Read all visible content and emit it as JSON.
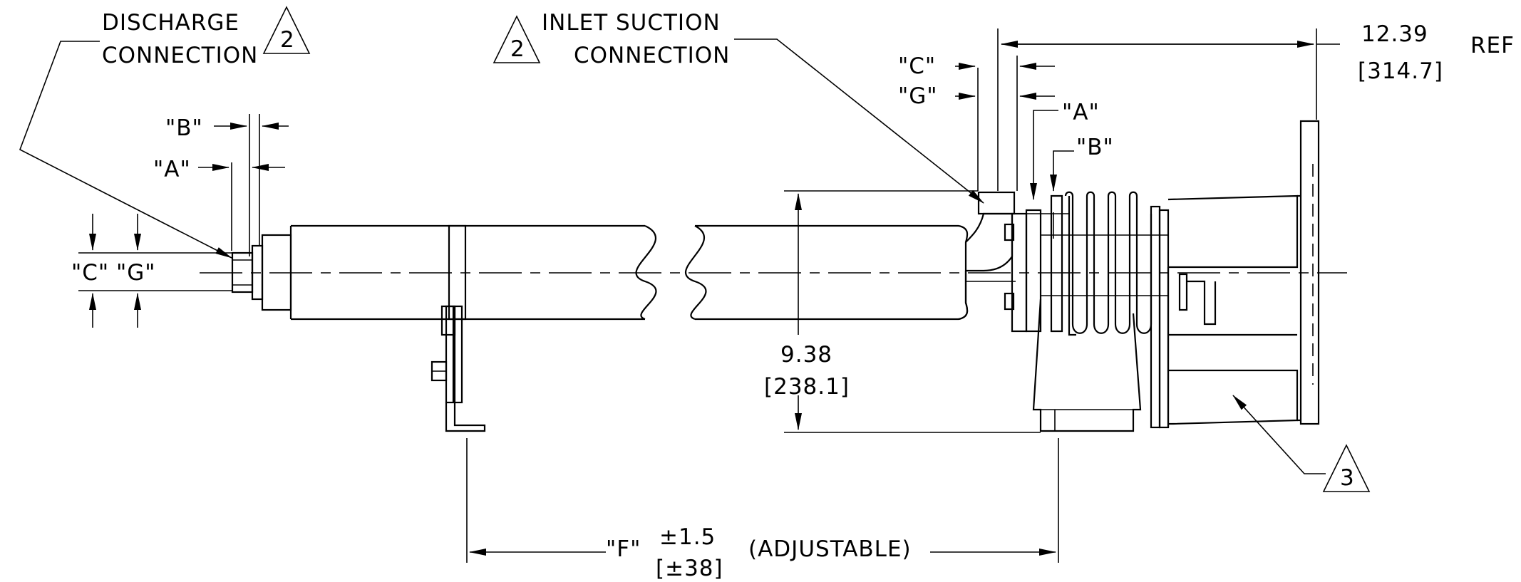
{
  "callouts": {
    "discharge_line1": "DISCHARGE",
    "discharge_line2": "CONNECTION",
    "discharge_note": "2",
    "inlet_line1": "INLET  SUCTION",
    "inlet_line2": "CONNECTION",
    "inlet_note": "2",
    "part_note": "3"
  },
  "discharge_dims": {
    "b": "\"B\"",
    "a": "\"A\"",
    "c": "\"C\"",
    "g": "\"G\""
  },
  "inlet_dims": {
    "c": "\"C\"",
    "g": "\"G\"",
    "a": "\"A\"",
    "b": "\"B\""
  },
  "overall_length": {
    "inch": "12.39",
    "mm": "[314.7]",
    "ref": "REF"
  },
  "height": {
    "inch": "9.38",
    "mm": "[238.1]"
  },
  "mount_spacing": {
    "label": "\"F\"",
    "tol_inch": "±1.5",
    "tol_mm": "[±38]",
    "note": "(ADJUSTABLE)"
  }
}
